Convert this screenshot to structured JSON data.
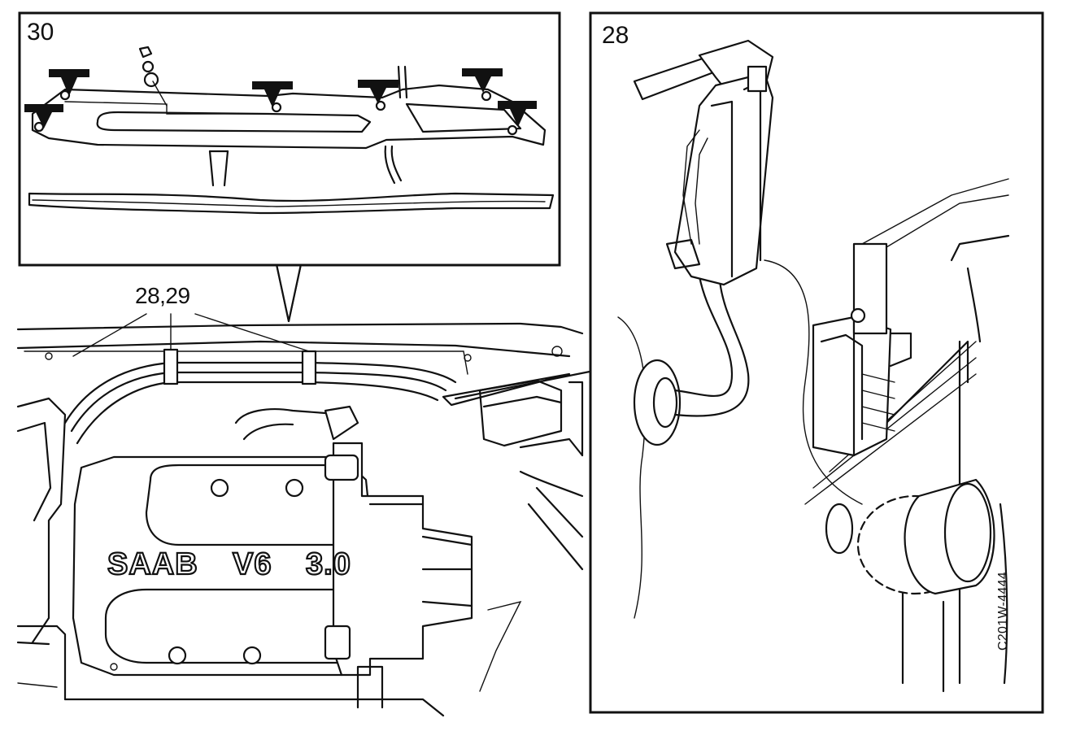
{
  "labels": {
    "panel_top": "30",
    "panel_right": "28",
    "callout": "28,29",
    "figure_code": "C201W-4444"
  },
  "engine_cover": {
    "brand": "SAAB",
    "model": "V6",
    "displacement": "3.0"
  }
}
